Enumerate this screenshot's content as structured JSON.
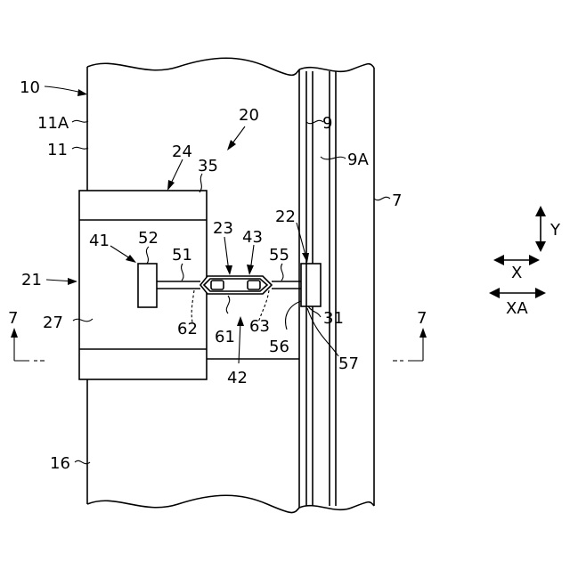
{
  "labels": {
    "l10": "10",
    "l11a": "11A",
    "l11": "11",
    "l20": "20",
    "l24": "24",
    "l35": "35",
    "l9": "9",
    "l9a": "9A",
    "l7top": "7",
    "l22": "22",
    "l23": "23",
    "l43": "43",
    "l41": "41",
    "l52": "52",
    "l51": "51",
    "l55": "55",
    "l21": "21",
    "l27": "27",
    "l62": "62",
    "l61": "61",
    "l63": "63",
    "l31": "31",
    "l56": "56",
    "l57": "57",
    "l42": "42",
    "l16": "16",
    "sec_left": "7",
    "sec_right": "7",
    "ax_y": "Y",
    "ax_x": "X",
    "ax_xa": "XA"
  }
}
